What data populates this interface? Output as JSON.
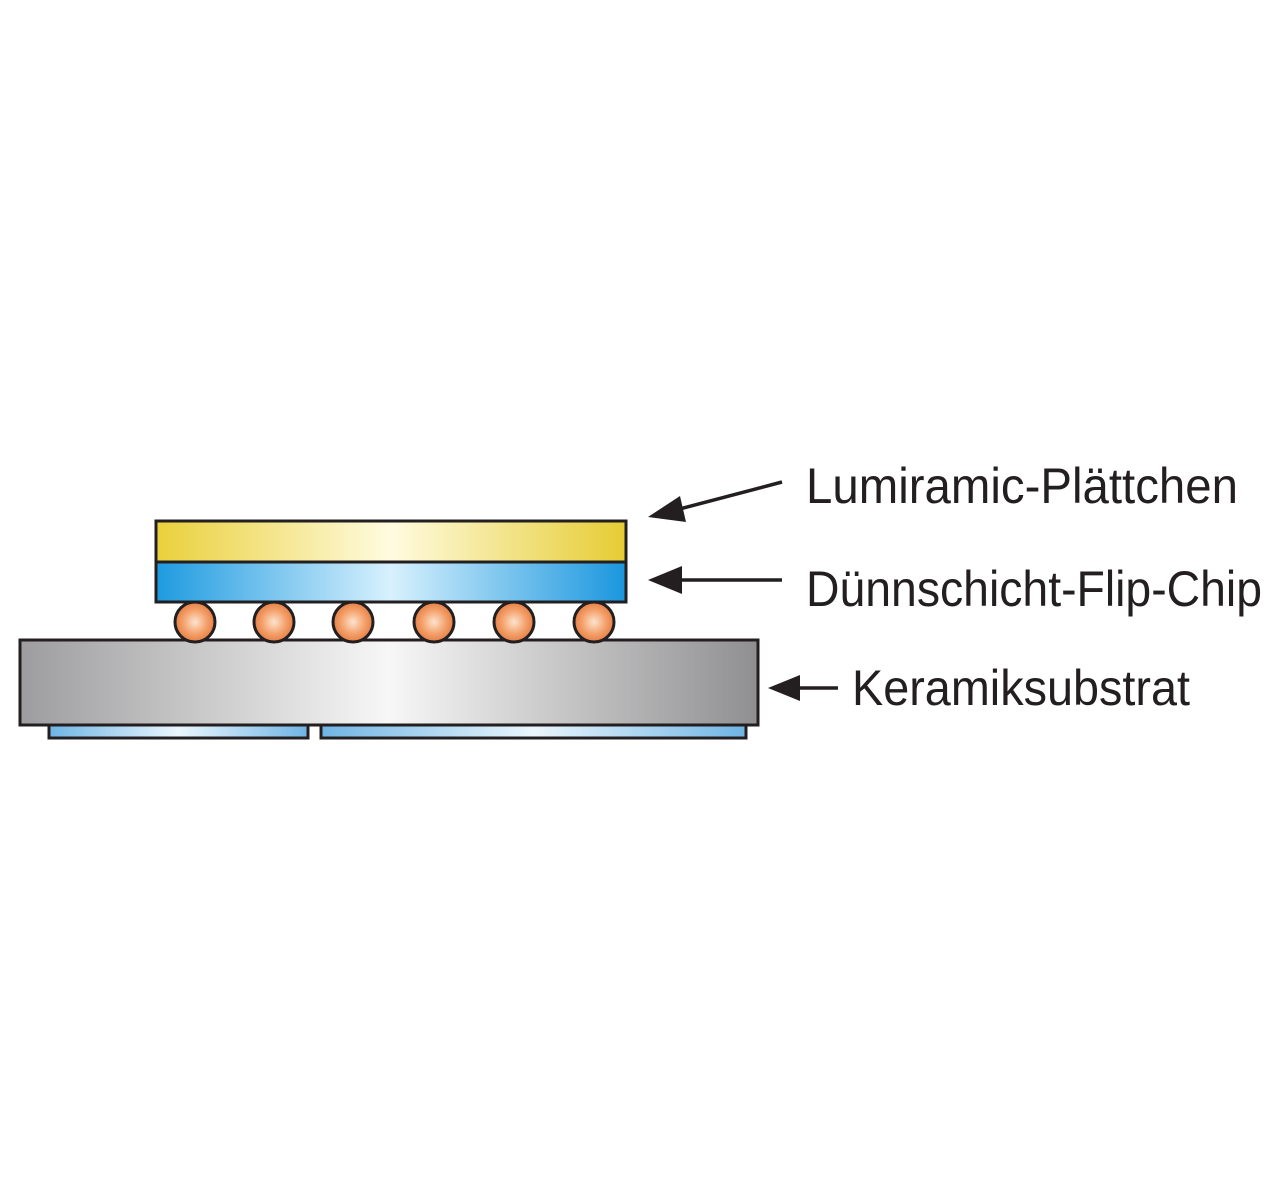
{
  "labels": {
    "lumiramic": "Lumiramic-Plättchen",
    "flip_chip": "Dünnschicht-Flip-Chip",
    "substrate": "Keramiksubstrat"
  },
  "colors": {
    "lumiramic_layer": "#f2de55",
    "flip_chip_layer": "#2fa6e6",
    "solder_bump": "#f08a4b",
    "substrate": "#a8a8aa",
    "bottom_pads": "#8ec5ea",
    "outline": "#231f20",
    "text": "#231f20"
  },
  "solder_bump_count": 6,
  "bottom_pad_count": 2
}
